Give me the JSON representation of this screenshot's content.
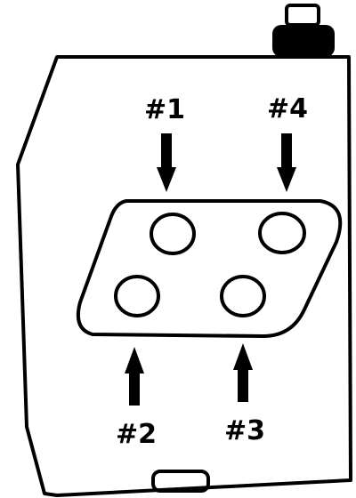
{
  "labels": {
    "hole_1": "#1",
    "hole_2": "#2",
    "hole_3": "#3",
    "hole_4": "#4"
  },
  "colors": {
    "line": "#000000",
    "background": "#ffffff"
  }
}
